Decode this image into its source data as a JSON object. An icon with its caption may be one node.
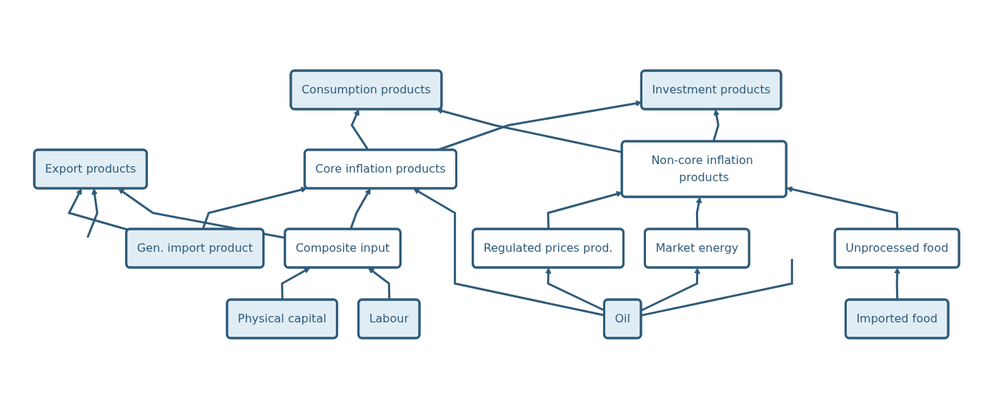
{
  "diagram": {
    "nodes": [
      {
        "text": [
          "Consumption products"
        ]
      },
      {
        "text": [
          "Investment products"
        ]
      },
      {
        "text": [
          "Export products"
        ]
      },
      {
        "text": [
          "Core inflation products"
        ]
      },
      {
        "text": [
          "Non-core inflation products"
        ]
      },
      {
        "text": [
          "Composite input"
        ]
      },
      {
        "text": [
          "Regulated prices prod."
        ]
      },
      {
        "text": [
          "Market energy"
        ]
      },
      {
        "text": [
          "Unprocessed food"
        ]
      },
      {
        "text": [
          "Gen. import product"
        ]
      },
      {
        "text": [
          "Physical capital"
        ]
      },
      {
        "text": [
          "Labour"
        ]
      },
      {
        "text": [
          "Oil"
        ]
      },
      {
        "text": [
          "Imported food"
        ]
      }
    ],
    "edges": [
      {
        "from": 3,
        "to": 0,
        "arrow": "to"
      },
      {
        "from": 4,
        "to": 0,
        "arrow": "to"
      },
      {
        "from": 3,
        "to": 1,
        "arrow": "to"
      },
      {
        "from": 4,
        "to": 1,
        "arrow": "to"
      },
      {
        "from": 9,
        "to": 2,
        "arrow": "to"
      },
      {
        "from": null,
        "to": 2,
        "arrow": "to"
      },
      {
        "from": 5,
        "to": 2,
        "arrow": "to"
      },
      {
        "from": 9,
        "to": 3,
        "arrow": "to"
      },
      {
        "from": 5,
        "to": 3,
        "arrow": "to"
      },
      {
        "from": 12,
        "to": 3,
        "arrow": "to"
      },
      {
        "from": 10,
        "to": 5,
        "arrow": "to"
      },
      {
        "from": 11,
        "to": 5,
        "arrow": "to"
      },
      {
        "from": 6,
        "to": 4,
        "arrow": "to"
      },
      {
        "from": 7,
        "to": 4,
        "arrow": "to"
      },
      {
        "from": 8,
        "to": 4,
        "arrow": "to"
      },
      {
        "from": 12,
        "to": 6,
        "arrow": "to"
      },
      {
        "from": 12,
        "to": 7,
        "arrow": "to"
      },
      {
        "from": 13,
        "to": 8,
        "arrow": "to"
      },
      {
        "from": 12,
        "to": null,
        "arrow": "none"
      }
    ]
  }
}
